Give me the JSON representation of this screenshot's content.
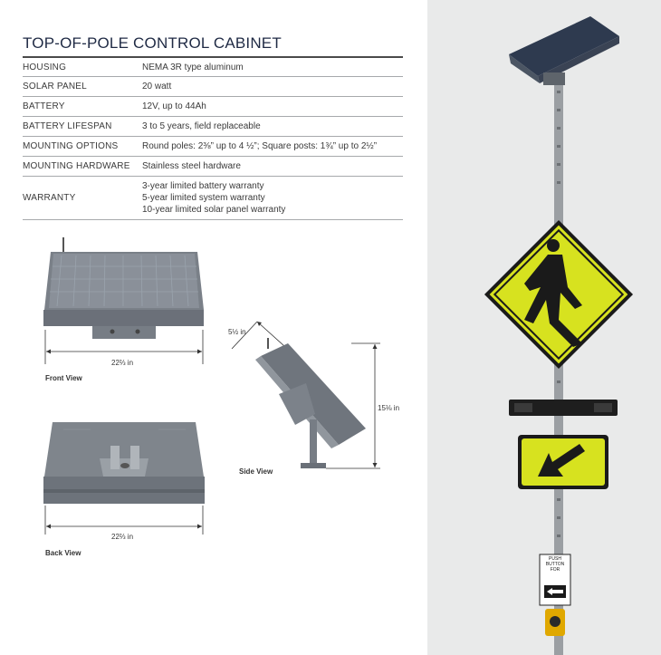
{
  "title": "TOP-OF-POLE CONTROL CABINET",
  "specs": [
    {
      "label": "HOUSING",
      "value": "NEMA 3R type aluminum"
    },
    {
      "label": "SOLAR PANEL",
      "value": "20 watt"
    },
    {
      "label": "BATTERY",
      "value": "12V, up to 44Ah"
    },
    {
      "label": "BATTERY LIFESPAN",
      "value": "3 to 5 years, field replaceable"
    },
    {
      "label": "MOUNTING OPTIONS",
      "value": "Round poles: 2⅜” up to 4 ½”; Square posts: 1¾” up to 2½”"
    },
    {
      "label": "MOUNTING HARDWARE",
      "value": "Stainless steel hardware"
    },
    {
      "label": "WARRANTY",
      "value_lines": [
        "3-year limited battery warranty",
        "5-year limited system warranty",
        "10-year limited solar panel warranty"
      ]
    }
  ],
  "views": {
    "front": "Front View",
    "back": "Back View",
    "side": "Side View"
  },
  "dimensions": {
    "front_width": "22⅔ in",
    "back_width": "22⅔ in",
    "side_depth": "5½ in",
    "side_height": "15⅛ in"
  },
  "photo": {
    "sign_text": [
      "PUSH",
      "BUTTON",
      "FOR"
    ]
  }
}
